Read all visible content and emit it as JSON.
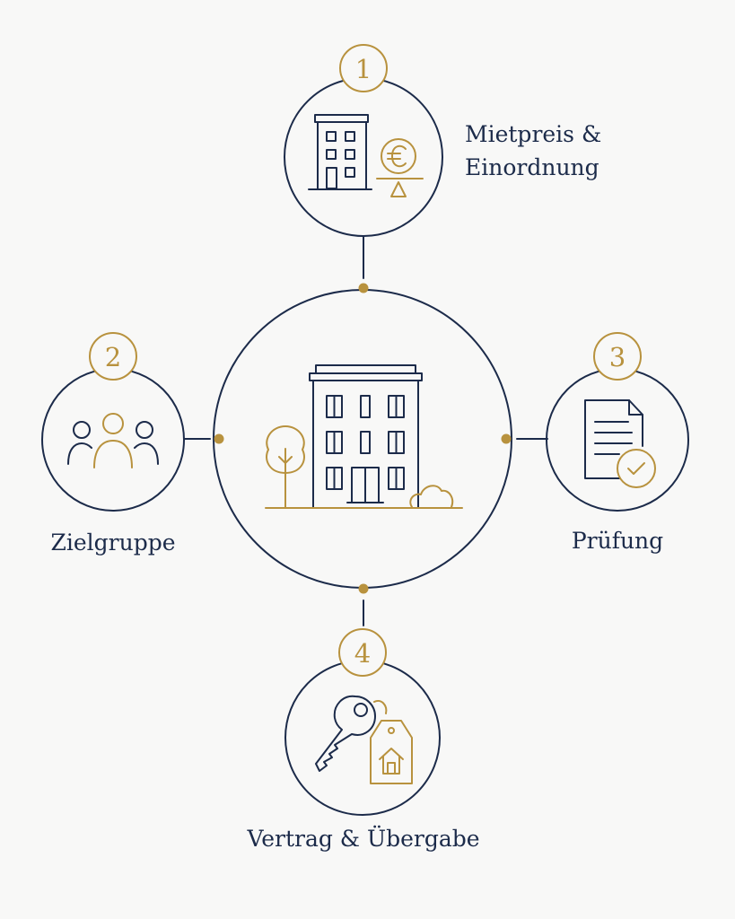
{
  "colors": {
    "navy": "#1c2b4a",
    "gold": "#b8923e",
    "background": "#f8f8f7"
  },
  "center": {
    "icon": "apartment-building-with-trees-icon"
  },
  "steps": [
    {
      "number": "1",
      "label_line1": "Mietpreis &",
      "label_line2": "Einordnung",
      "icon": "building-with-euro-scale-icon"
    },
    {
      "number": "2",
      "label": "Zielgruppe",
      "icon": "people-group-icon"
    },
    {
      "number": "3",
      "label": "Prüfung",
      "icon": "document-check-icon"
    },
    {
      "number": "4",
      "label": "Vertrag & Übergabe",
      "icon": "key-with-house-tag-icon"
    }
  ]
}
